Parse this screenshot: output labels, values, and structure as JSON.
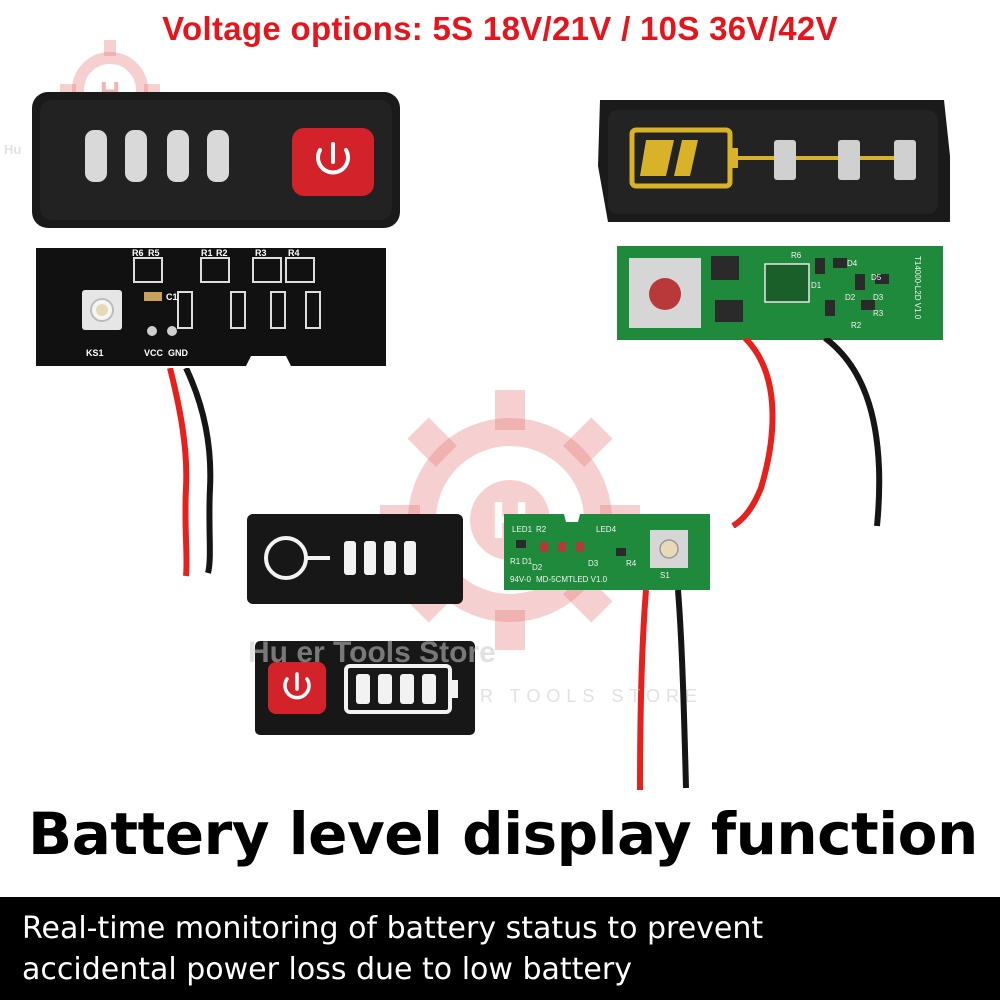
{
  "headline": "Voltage options: 5S 18V/21V / 10S 36V/42V",
  "title": "Battery level display function",
  "caption": {
    "line1": "Real-time monitoring of battery status to prevent",
    "line2": "accidental power loss due to low battery"
  },
  "watermark": {
    "letter": "H",
    "store_name": "Hu    er Tools Store",
    "store_sub": "R  TOOLS STORE",
    "corner_text": "Hu"
  },
  "board_a_labels": {
    "r6": "R6",
    "r5": "R5",
    "r1": "R1",
    "r2": "R2",
    "r3": "R3",
    "r4": "R4",
    "c1": "C1",
    "ks1": "KS1",
    "vcc": "VCC",
    "gnd": "GND"
  },
  "board_b_labels": {
    "r6": "R6",
    "d4": "D4",
    "d5": "D5",
    "d1": "D1",
    "d2": "D2",
    "d3": "D3",
    "r2": "R2",
    "r3": "R3",
    "ver": "T14000-L2D V1.0"
  },
  "board_c_labels": {
    "led1": "LED1",
    "r2": "R2",
    "led4": "LED4",
    "r1": "R1",
    "d1": "D1",
    "d2": "D2",
    "d3": "D3",
    "s1": "S1",
    "r4": "R4",
    "ver": "MD-5CMTLED V1.0",
    "code": "94V-0"
  },
  "colors": {
    "accent_red": "#e8141b",
    "pcb_black": "#111111",
    "pcb_green": "#1f8a3c",
    "wire_red": "#e8201c",
    "wire_black": "#151515"
  },
  "icons": [
    "power-icon",
    "battery-icon",
    "gear-watermark",
    "key-icon"
  ]
}
